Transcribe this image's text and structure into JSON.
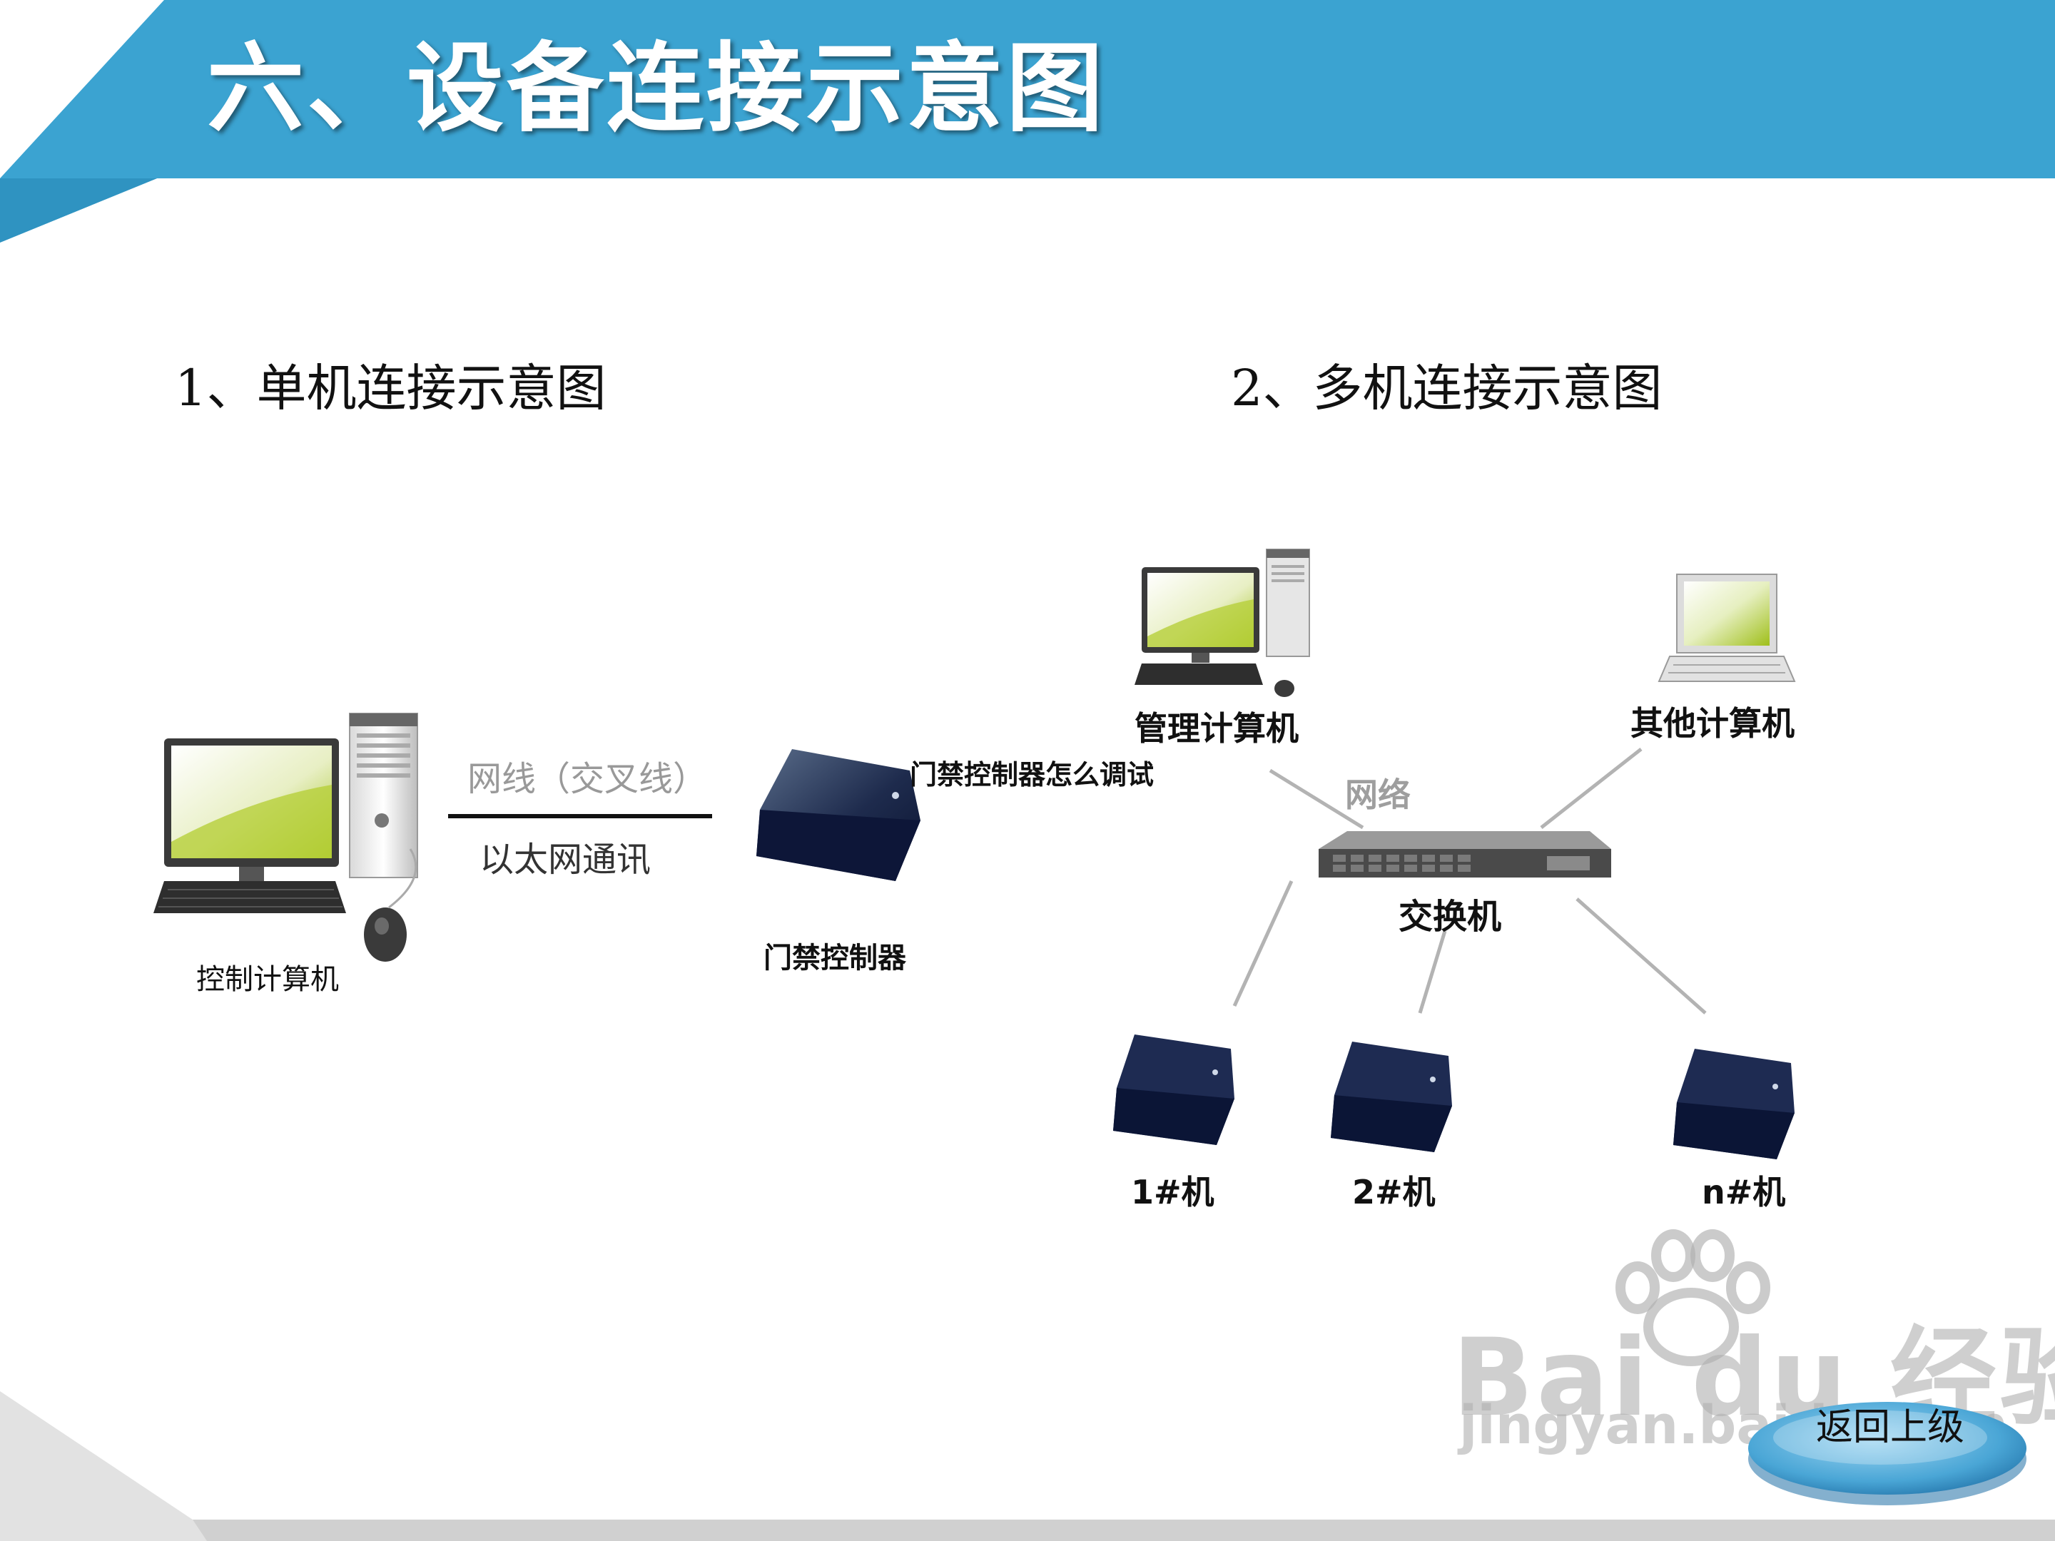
{
  "header": {
    "title": "六、设备连接示意图",
    "band_color": "#3ba3d1"
  },
  "single": {
    "heading": "1、单机连接示意图",
    "computer_label": "控制计算机",
    "link_label_top": "网线（交叉线）",
    "link_label_bottom": "以太网通讯",
    "controller_label": "门禁控制器"
  },
  "overlay_caption": "门禁控制器怎么调试",
  "multi": {
    "heading": "2、多机连接示意图",
    "mgmt_label": "管理计算机",
    "other_label": "其他计算机",
    "network_label": "网络",
    "switch_label": "交换机",
    "units": [
      {
        "label": "1#机"
      },
      {
        "label": "2#机"
      },
      {
        "label": "n#机"
      }
    ]
  },
  "back_button": {
    "label": "返回上级"
  },
  "watermark": {
    "brand": "Bai du 经验",
    "url": "jingyan.baidu.com"
  }
}
